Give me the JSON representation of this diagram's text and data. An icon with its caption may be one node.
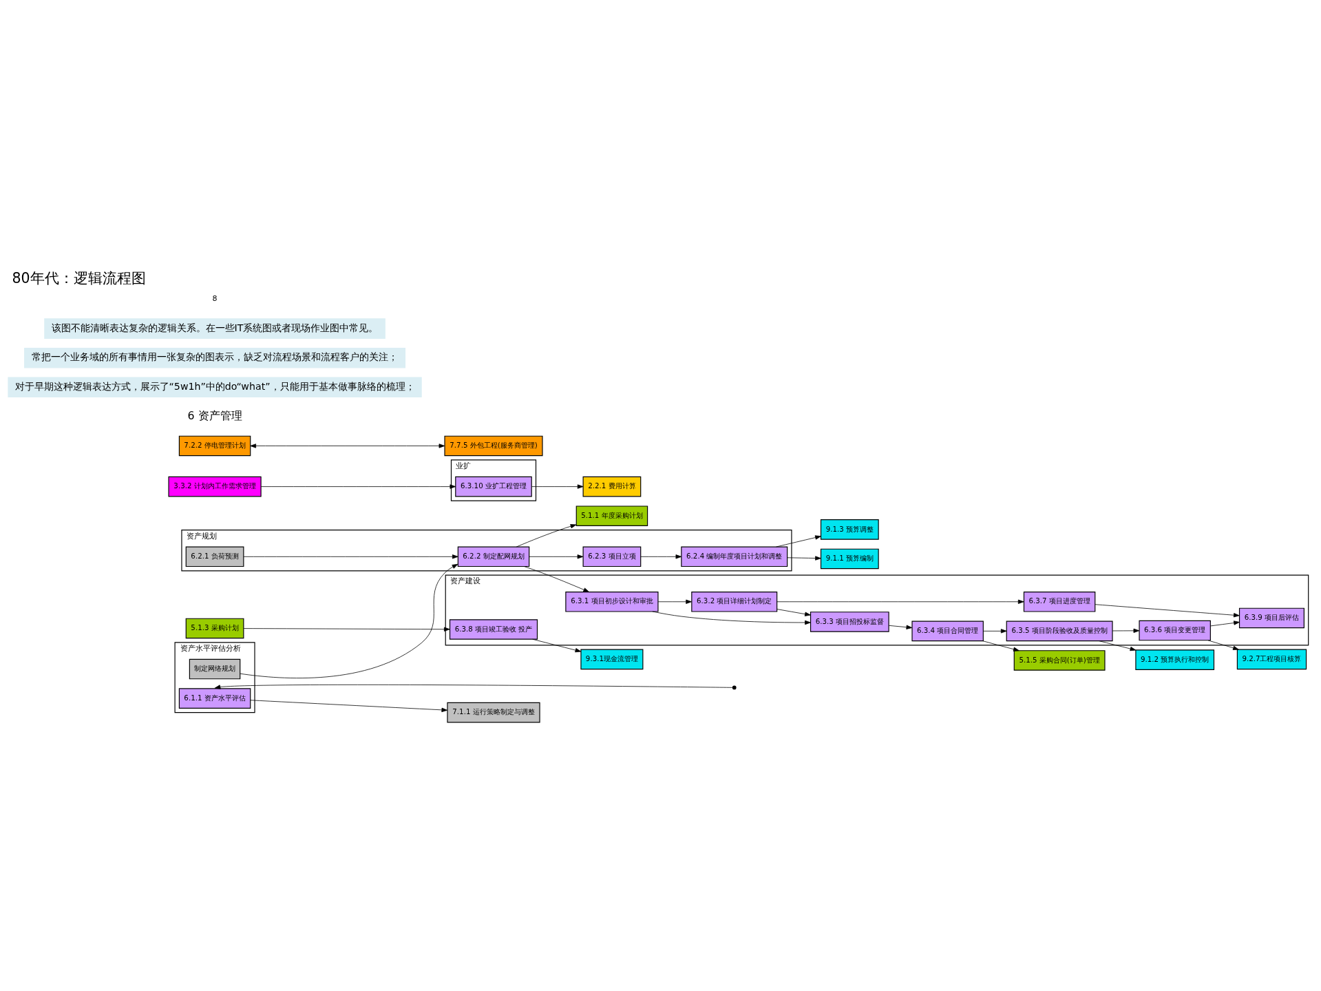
{
  "diagram": {
    "title": "80年代：逻辑流程图",
    "nodes": [
      {
        "text": [
          "资产水平评估分析"
        ]
      },
      {
        "text": [
          "制定网络规划"
        ],
        "in": 0
      },
      {
        "text": [
          "6.1.1 资产水平评估"
        ],
        "in": 0
      },
      {
        "text": [
          "资产规划"
        ]
      },
      {
        "text": [
          "6.2.1 负荷预测"
        ],
        "in": 3
      },
      {
        "text": [
          "6.2.2 制定配网规划"
        ],
        "in": 3
      },
      {
        "text": [
          "6.2.3 项目立项"
        ],
        "in": 3
      },
      {
        "text": [
          "6.2.4 编制年度项目计划和调整"
        ],
        "in": 3
      },
      {
        "text": [
          "资产建设"
        ]
      },
      {
        "text": [
          "6.3.1 项目初步设计和审批"
        ],
        "in": 8
      },
      {
        "text": [
          "6.3.2 项目详细计划制定"
        ],
        "in": 8
      },
      {
        "text": [
          "6.3.3 项目招投标监督"
        ],
        "in": 8
      },
      {
        "text": [
          "6.3.4 项目合同管理"
        ],
        "in": 8
      },
      {
        "text": [
          "6.3.5 项目阶段验收及质量控制"
        ],
        "in": 8
      },
      {
        "text": [
          "6.3.7 项目进度管理"
        ],
        "in": 8
      },
      {
        "text": [
          "6.3.9 项目后评估"
        ],
        "in": 8
      },
      {
        "text": [
          "6.3.6 项目变更管理"
        ],
        "in": 8
      },
      {
        "text": [
          "6.3.8 项目竣工验收 投产"
        ],
        "in": 8
      },
      {
        "text": [
          "业扩"
        ]
      },
      {
        "text": [
          "6.3.10 业扩工程管理"
        ],
        "in": 18
      },
      {
        "text": [
          "7.1.1 运行策略制定与调整"
        ]
      },
      {
        "text": [
          "5.1.1 年度采购计划"
        ]
      },
      {
        "text": [
          "5.1.3 采购计划"
        ]
      },
      {
        "text": [
          "7.2.2 停电管理计划"
        ]
      },
      {
        "text": [
          "7.7.5 外包工程(服务商管理)"
        ]
      },
      {
        "text": [
          "3.3.2 计划内工作需求管理"
        ]
      },
      {
        "text": [
          "2.2.1 费用计算"
        ]
      },
      {
        "text": [
          "9.1.1 预算编制"
        ]
      },
      {
        "text": [
          "9.1.3 预算调整"
        ]
      },
      {
        "text": [
          "9.1.2 预算执行和控制"
        ]
      },
      {
        "text": [
          "9.2.7工程项目核算"
        ]
      },
      {
        "text": [
          "9.3.1现金流管理"
        ]
      },
      {
        "text": [
          "5.1.5 采购合同(订单)管理"
        ]
      }
    ],
    "edges": [
      {
        "from": null,
        "to": 2,
        "arrow": "to"
      },
      {
        "from": 2,
        "to": 20,
        "arrow": "to"
      },
      {
        "from": 1,
        "to": 5,
        "arrow": "to"
      },
      {
        "from": 4,
        "to": 5,
        "arrow": "to"
      },
      {
        "from": 5,
        "to": 6,
        "arrow": "to"
      },
      {
        "from": 6,
        "to": 7,
        "arrow": "to"
      },
      {
        "from": 7,
        "to": 27,
        "arrow": "to"
      },
      {
        "from": 7,
        "to": 28,
        "arrow": "to"
      },
      {
        "from": 5,
        "to": 21,
        "arrow": "to"
      },
      {
        "from": 5,
        "to": 9,
        "arrow": "to"
      },
      {
        "from": 9,
        "to": 10,
        "arrow": "to"
      },
      {
        "from": 10,
        "to": 11,
        "arrow": "to"
      },
      {
        "from": 11,
        "to": 12,
        "arrow": "to"
      },
      {
        "from": 12,
        "to": 13,
        "arrow": "to"
      },
      {
        "from": 9,
        "to": 11,
        "arrow": "to"
      },
      {
        "from": 13,
        "to": 16,
        "arrow": "to"
      },
      {
        "from": 10,
        "to": 14,
        "arrow": "to"
      },
      {
        "from": 14,
        "to": 15,
        "arrow": "to"
      },
      {
        "from": 16,
        "to": 15,
        "arrow": "to"
      },
      {
        "from": 22,
        "to": 17,
        "arrow": "to"
      },
      {
        "from": 23,
        "to": 24,
        "arrow": "both"
      },
      {
        "from": 25,
        "to": 19,
        "arrow": "to"
      },
      {
        "from": 19,
        "to": 26,
        "arrow": "to"
      },
      {
        "from": 13,
        "to": 29,
        "arrow": "to"
      },
      {
        "from": 16,
        "to": 30,
        "arrow": "to"
      },
      {
        "from": 17,
        "to": 31,
        "arrow": "to"
      },
      {
        "from": 12,
        "to": 32,
        "arrow": "to"
      }
    ],
    "labels": [
      "6 资产管理",
      "对于早期这种逻辑表达方式，展示了“5w1h”中的do“what”，只能用于基本做事脉络的梳理；",
      "常把一个业务域的所有事情用一张复杂的图表示，缺乏对流程场景和流程客户的关注；",
      "该图不能清晰表达复杂的逻辑关系。在一些IT系统图或者现场作业图中常见。",
      "8"
    ]
  }
}
